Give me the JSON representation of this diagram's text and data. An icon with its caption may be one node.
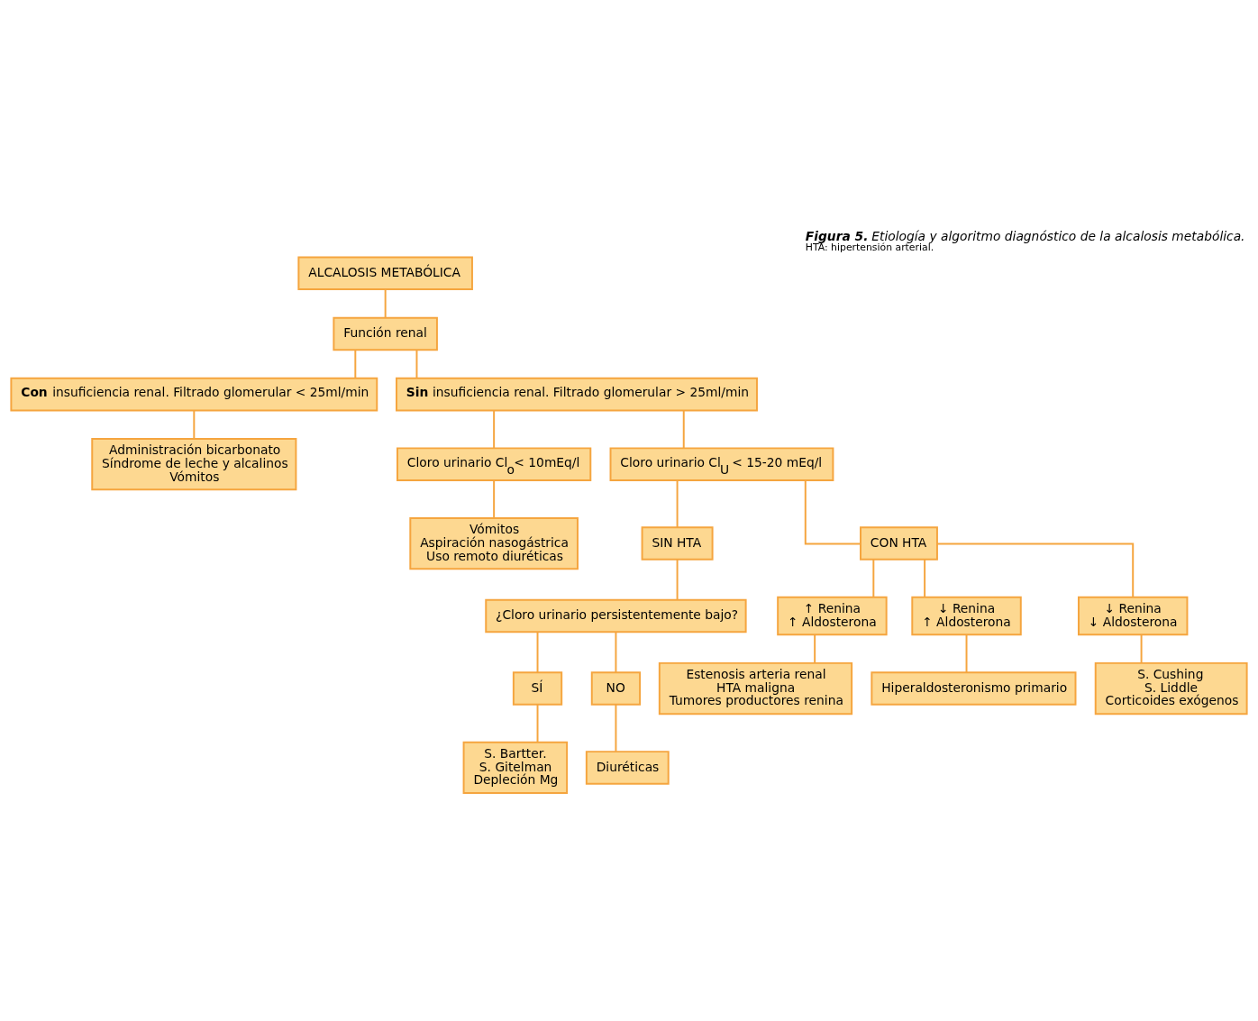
{
  "diagram": {
    "title": "**Figura 5.** Etiología y algoritmo diagnóstico de la alcalosis metabólica.",
    "caption": "HTA: hipertensión arterial.",
    "nodes": [
      {
        "text": [
          "ALCALOSIS METABÓLICA"
        ]
      },
      {
        "text": [
          "Función renal"
        ]
      },
      {
        "text": [
          "**Con** insuficiencia renal. Filtrado glomerular < 25ml/min"
        ]
      },
      {
        "text": [
          "**Sin** insuficiencia renal. Filtrado glomerular > 25ml/min"
        ]
      },
      {
        "text": [
          "Administración bicarbonato",
          "Síndrome de leche y alcalinos",
          "Vómitos"
        ]
      },
      {
        "text": [
          "Cloro urinario Cl$_{o}$< 10mEq/l"
        ]
      },
      {
        "text": [
          "Cloro urinario Cl$_{U}$ < 15-20 mEq/l"
        ]
      },
      {
        "text": [
          "Vómitos",
          "Aspiración nasogástrica",
          "Uso remoto diuréticas"
        ]
      },
      {
        "text": [
          "SIN HTA"
        ]
      },
      {
        "text": [
          "CON HTA"
        ]
      },
      {
        "text": [
          "¿Cloro urinario persistentemente bajo?"
        ]
      },
      {
        "text": [
          "↑ Renina",
          "↑ Aldosterona"
        ]
      },
      {
        "text": [
          "↓ Renina",
          "↑ Aldosterona"
        ]
      },
      {
        "text": [
          "↓ Renina",
          "↓ Aldosterona"
        ]
      },
      {
        "text": [
          "SÍ"
        ]
      },
      {
        "text": [
          "NO"
        ]
      },
      {
        "text": [
          "Estenosis arteria renal",
          "HTA maligna",
          "Tumores productores renina"
        ]
      },
      {
        "text": [
          "Hiperaldosteronismo primario"
        ]
      },
      {
        "text": [
          "S. Bartter.",
          "S. Gitelman",
          "Depleción Mg"
        ]
      },
      {
        "text": [
          "Diuréticas"
        ]
      },
      {
        "text": [
          "S. Cushing",
          "S. Liddle",
          "Corticoides exógenos"
        ]
      }
    ],
    "edges": [
      {
        "from": 0,
        "to": 1,
        "arrow": "none"
      },
      {
        "from": 1,
        "to": 2,
        "arrow": "none"
      },
      {
        "from": 1,
        "to": 3,
        "arrow": "none"
      },
      {
        "from": 2,
        "to": 4,
        "arrow": "none"
      },
      {
        "from": 3,
        "to": 5,
        "arrow": "none"
      },
      {
        "from": 3,
        "to": 6,
        "arrow": "none"
      },
      {
        "from": 5,
        "to": 7,
        "arrow": "none"
      },
      {
        "from": 6,
        "to": 8,
        "arrow": "none"
      },
      {
        "from": 6,
        "to": 9,
        "arrow": "none"
      },
      {
        "from": 8,
        "to": 10,
        "arrow": "none"
      },
      {
        "from": 9,
        "to": 11,
        "arrow": "none"
      },
      {
        "from": 9,
        "to": 12,
        "arrow": "none"
      },
      {
        "from": 9,
        "to": 13,
        "arrow": "none"
      },
      {
        "from": 10,
        "to": 14,
        "arrow": "none"
      },
      {
        "from": 10,
        "to": 15,
        "arrow": "none"
      },
      {
        "from": 11,
        "to": 16,
        "arrow": "none"
      },
      {
        "from": 12,
        "to": 17,
        "arrow": "none"
      },
      {
        "from": 14,
        "to": 18,
        "arrow": "none"
      },
      {
        "from": 15,
        "to": 19,
        "arrow": "none"
      },
      {
        "from": 13,
        "to": 20,
        "arrow": "none"
      }
    ]
  }
}
